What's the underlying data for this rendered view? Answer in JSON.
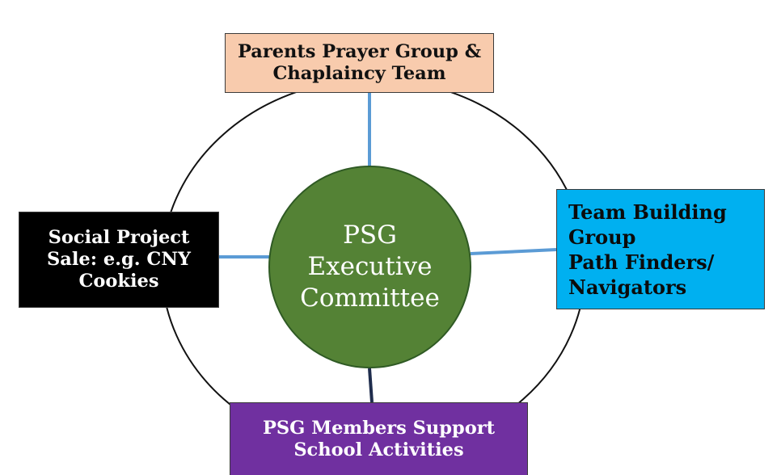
{
  "center": {
    "lines": [
      "PSG",
      "Executive",
      "Committee"
    ],
    "color": "#548235"
  },
  "boxes": {
    "top": {
      "lines": [
        "Parents Prayer Group &",
        "Chaplaincy Team"
      ],
      "color": "#f8cbad"
    },
    "left": {
      "lines": [
        "Social Project",
        "Sale: e.g. CNY",
        "Cookies"
      ],
      "color": "#000000"
    },
    "right": {
      "lines": [
        "Team Building",
        "Group",
        "Path Finders/",
        "Navigators"
      ],
      "color": "#00b0f0"
    },
    "bottom": {
      "lines": [
        "PSG Members Support",
        "School Activities"
      ],
      "color": "#7030a0"
    }
  },
  "colors": {
    "ring": "#111111",
    "connector": "#5b9bd5",
    "connector_bottom": "#1f2d4d"
  }
}
